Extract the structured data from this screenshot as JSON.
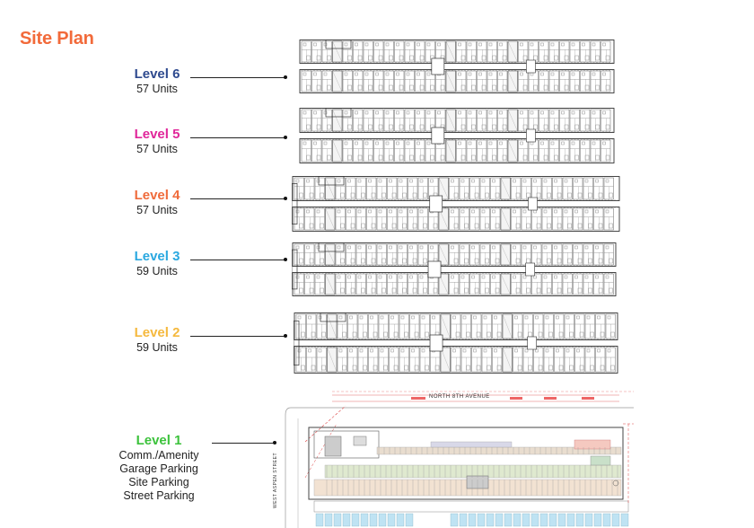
{
  "title": "Site Plan",
  "colors": {
    "title": "#f26a3a",
    "level6": "#2e4a8e",
    "level5": "#e0269a",
    "level4": "#ef6b3b",
    "level3": "#2aa8e0",
    "level2": "#f5b93e",
    "level1": "#3cc23c"
  },
  "levels": [
    {
      "name": "Level 6",
      "units": "57 Units"
    },
    {
      "name": "Level 5",
      "units": "57 Units"
    },
    {
      "name": "Level 4",
      "units": "57 Units"
    },
    {
      "name": "Level 3",
      "units": "59 Units"
    },
    {
      "name": "Level 2",
      "units": "59 Units"
    },
    {
      "name": "Level 1",
      "details": [
        "Comm./Amenity",
        "Garage Parking",
        "Site Parking",
        "Street Parking"
      ]
    }
  ],
  "site_plan": {
    "street_top": "NORTH 8TH AVENUE",
    "street_left": "WEST ASPEN STREET"
  }
}
